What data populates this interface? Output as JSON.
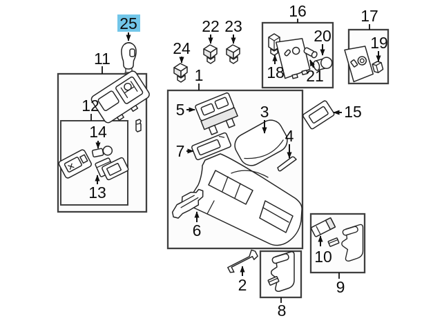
{
  "diagram": {
    "kind": "center-console-exploded-parts-diagram",
    "background": "#ffffff",
    "line_color": "#242424",
    "box_border_color": "#3f3f3f",
    "highlight": {
      "selected_callout": "25",
      "fill": "#72c6e9",
      "text_color": "#1e3f60"
    }
  },
  "callouts": {
    "c1": "1",
    "c2": "2",
    "c3": "3",
    "c4": "4",
    "c5": "5",
    "c6": "6",
    "c7": "7",
    "c8": "8",
    "c9": "9",
    "c10": "10",
    "c11": "11",
    "c12": "12",
    "c13": "13",
    "c14": "14",
    "c15": "15",
    "c16": "16",
    "c17": "17",
    "c18": "18",
    "c19": "19",
    "c20": "20",
    "c21": "21",
    "c22": "22",
    "c23": "23",
    "c24": "24",
    "c25": "25"
  }
}
